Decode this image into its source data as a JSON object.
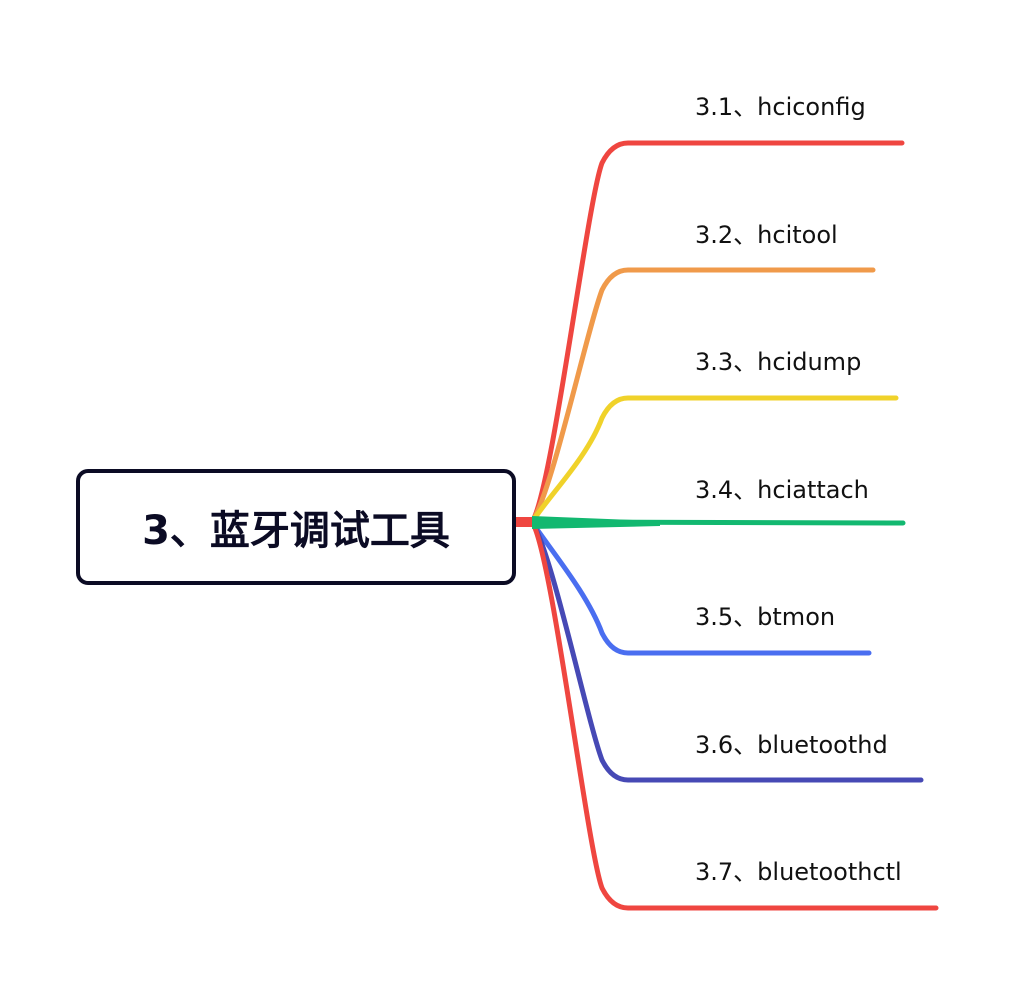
{
  "root": {
    "label": "3、蓝牙调试工具"
  },
  "branches": [
    {
      "label": "3.1、hciconfig",
      "color": "#ef4640"
    },
    {
      "label": "3.2、hcitool",
      "color": "#f09a4a"
    },
    {
      "label": "3.3、hcidump",
      "color": "#f0d22a"
    },
    {
      "label": "3.4、hciattach",
      "color": "#12b870"
    },
    {
      "label": "3.5、btmon",
      "color": "#4a6ef0"
    },
    {
      "label": "3.6、bluetoothd",
      "color": "#4649b5"
    },
    {
      "label": "3.7、bluetoothctl",
      "color": "#ef4640"
    }
  ]
}
